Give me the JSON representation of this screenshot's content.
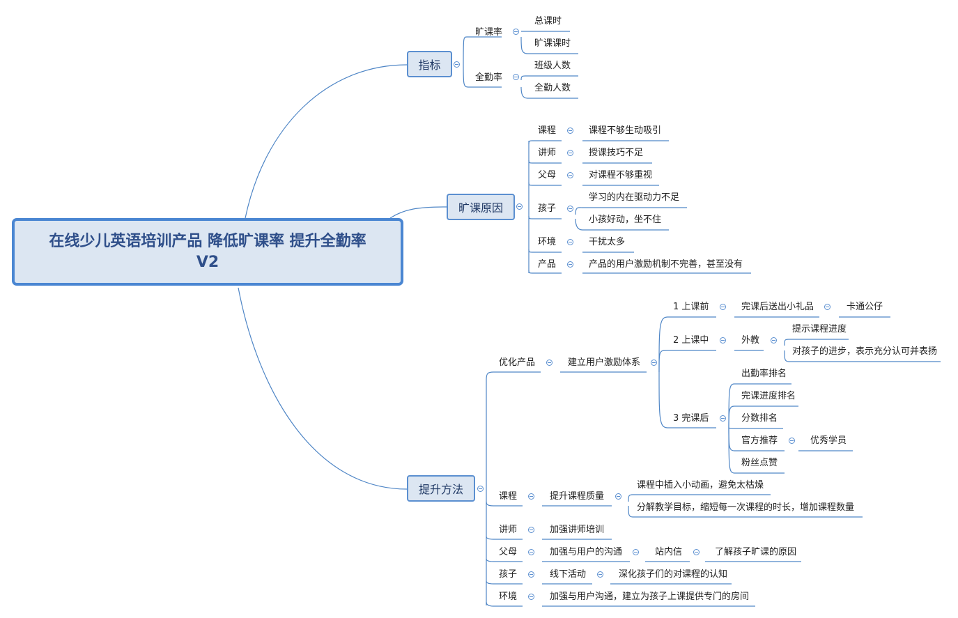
{
  "root": {
    "line1": "在线少儿英语培训产品 降低旷课率 提升全勤率",
    "line2": "V2"
  },
  "colors": {
    "line": "#4f86c6",
    "node_fill": "#dce6f2",
    "node_border": "#5b8fd0",
    "root_border": "#4a86d2",
    "text": "#222222"
  },
  "indicators": {
    "label": "指标",
    "absence_rate": "旷课率",
    "total_hours": "总课时",
    "absent_hours": "旷课课时",
    "attendance_rate": "全勤率",
    "class_size": "班级人数",
    "full_attendance_count": "全勤人数"
  },
  "causes": {
    "label": "旷课原因",
    "course": "课程",
    "course_reason": "课程不够生动吸引",
    "teacher": "讲师",
    "teacher_reason": "授课技巧不足",
    "parents": "父母",
    "parents_reason": "对课程不够重视",
    "child": "孩子",
    "child_reason_1": "学习的内在驱动力不足",
    "child_reason_2": "小孩好动，坐不住",
    "environment": "环境",
    "environment_reason": "干扰太多",
    "product": "产品",
    "product_reason": "产品的用户激励机制不完善，甚至没有"
  },
  "methods": {
    "label": "提升方法",
    "optimize": "优化产品",
    "incentive": "建立用户激励体系",
    "before": "1 上课前",
    "gift": "完课后送出小礼品",
    "doll": "卡通公仔",
    "during": "2 上课中",
    "foreign_teacher": "外教",
    "progress_hint": "提示课程进度",
    "praise": "对孩子的进步，表示充分认可并表扬",
    "after": "3 完课后",
    "rank_attendance": "出勤率排名",
    "rank_progress": "完课进度排名",
    "rank_score": "分数排名",
    "official": "官方推荐",
    "excellent": "优秀学员",
    "likes": "粉丝点赞",
    "course": "课程",
    "quality": "提升课程质量",
    "animation": "课程中插入小动画，避免太枯燥",
    "decompose": "分解教学目标，缩短每一次课程的时长，增加课程数量",
    "teacher": "讲师",
    "training": "加强讲师培训",
    "parents": "父母",
    "communicate": "加强与用户的沟通",
    "inbox": "站内信",
    "understand": "了解孩子旷课的原因",
    "child": "孩子",
    "offline": "线下活动",
    "deepen": "深化孩子们的对课程的认知",
    "environment": "环境",
    "room": "加强与用户沟通，建立为孩子上课提供专门的房间"
  }
}
